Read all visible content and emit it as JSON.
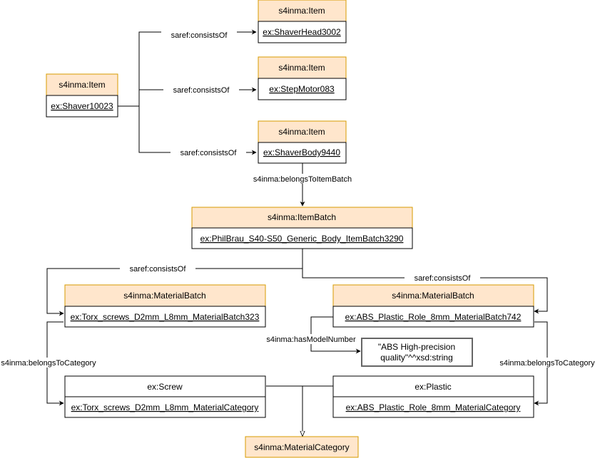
{
  "nodes": {
    "shaver": {
      "type": "s4inma:Item",
      "id": "ex:Shaver10023"
    },
    "head": {
      "type": "s4inma:Item",
      "id": "ex:ShaverHead3002"
    },
    "motor": {
      "type": "s4inma:Item",
      "id": "ex:StepMotor083"
    },
    "body": {
      "type": "s4inma:Item",
      "id": "ex:ShaverBody9440"
    },
    "batch": {
      "type": "s4inma:ItemBatch",
      "id": "ex:PhilBrau_S40-S50_Generic_Body_ItemBatch3290"
    },
    "screws": {
      "type": "s4inma:MaterialBatch",
      "id": "ex:Torx_screws_D2mm_L8mm_MaterialBatch323"
    },
    "plasticbatch": {
      "type": "s4inma:MaterialBatch",
      "id": "ex:ABS_Plastic_Role_8mm_MaterialBatch742"
    },
    "screw": {
      "type": "ex:Screw",
      "id": "ex:Torx_screws_D2mm_L8mm_MaterialCategory"
    },
    "plastic": {
      "type": "ex:Plastic",
      "id": "ex:ABS_Plastic_Role_8mm_MaterialCategory"
    },
    "category": {
      "type": "s4inma:MaterialCategory"
    }
  },
  "literal": {
    "line1": "\"ABS High-precision",
    "line2": "quality\"^^xsd:string"
  },
  "edges": {
    "consists_head": "saref:consistsOf",
    "consists_motor": "saref:consistsOf",
    "consists_body": "saref:consistsOf",
    "belongs_batch": "s4inma:belongsToItemBatch",
    "consists_screws": "saref:consistsOf",
    "consists_plastic": "saref:consistsOf",
    "model_number": "s4inma:hasModelNumber",
    "belongs_cat_left": "s4inma:belongsToCategory",
    "belongs_cat_right": "s4inma:belongsToCategory"
  }
}
